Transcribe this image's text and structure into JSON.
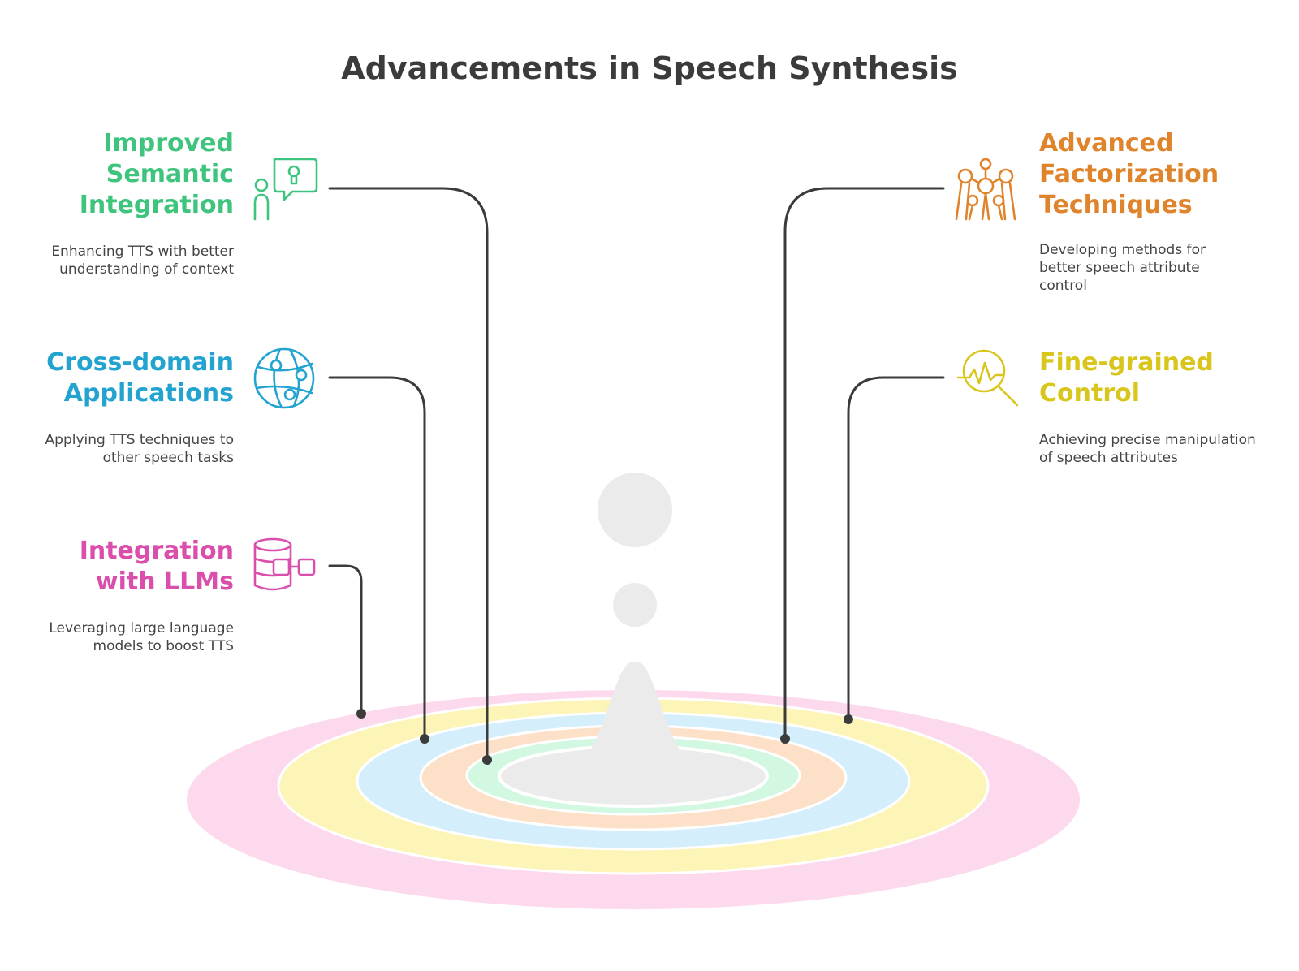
{
  "title": "Advancements in Speech Synthesis",
  "colors": {
    "semantic": "#3ec47d",
    "cross_domain": "#23a3d0",
    "llm": "#d94fab",
    "factorization": "#e0842c",
    "fine_grained": "#d9c61d",
    "connector": "#3b3b3b",
    "drop": "#ebebeb",
    "ring_pink": "#fdd9ee",
    "ring_yellow": "#fdf5b8",
    "ring_blue": "#d4effb",
    "ring_peach": "#fde0c8",
    "ring_mint": "#d2f8e2"
  },
  "items": {
    "semantic": {
      "heading": [
        "Improved",
        "Semantic",
        "Integration"
      ],
      "description": [
        "Enhancing TTS with better",
        "understanding of context"
      ],
      "icon": "person-idea-icon"
    },
    "cross_domain": {
      "heading": [
        "Cross-domain",
        "Applications"
      ],
      "description": [
        "Applying TTS techniques to",
        "other speech tasks"
      ],
      "icon": "globe-network-icon"
    },
    "llm": {
      "heading": [
        "Integration",
        "with LLMs"
      ],
      "description": [
        "Leveraging large language",
        "models to boost TTS"
      ],
      "icon": "database-connect-icon"
    },
    "factorization": {
      "heading": [
        "Advanced",
        "Factorization",
        "Techniques"
      ],
      "description": [
        "Developing methods for",
        "better speech attribute",
        "control"
      ],
      "icon": "molecule-structure-icon"
    },
    "fine_grained": {
      "heading": [
        "Fine-grained",
        "Control"
      ],
      "description": [
        "Achieving precise manipulation",
        "of speech attributes"
      ],
      "icon": "waveform-magnifier-icon"
    }
  }
}
